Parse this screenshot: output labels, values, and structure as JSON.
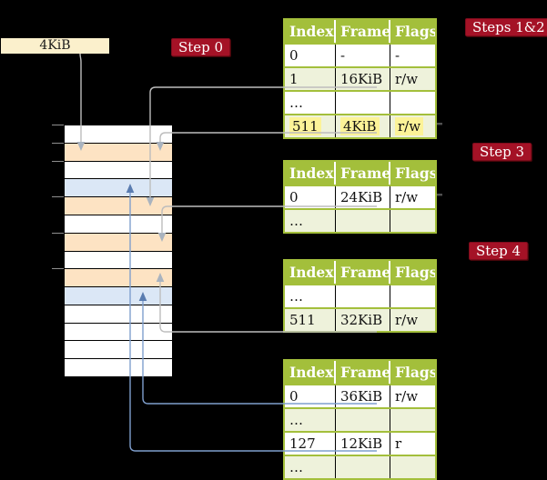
{
  "palette": {
    "background": "#000000",
    "table_header_green": "#a3bf3b",
    "table_shade_green": "#eef2db",
    "page_table_wheat": "#fde3c3",
    "data_page_blue": "#dbe7f6",
    "highlight_yellow": "#fcf398",
    "free_frame_beige": "#fbf0cc",
    "step_label_crimson": "#a41226",
    "gray_connector": "#bdbdbd",
    "blue_connector": "#7f9fce"
  },
  "free_frame_box": {
    "label": "4KiB"
  },
  "step_labels": {
    "step0": "Step 0",
    "steps12": "Steps 1&2",
    "step3": "Step 3",
    "step4": "Step 4"
  },
  "memory_column": {
    "rows": [
      "free",
      "pagetable",
      "free",
      "data",
      "pagetable",
      "free",
      "pagetable",
      "free",
      "pagetable",
      "data",
      "free",
      "free",
      "free",
      "free"
    ],
    "tick_boundaries": [
      0,
      1,
      2,
      4,
      6,
      8
    ]
  },
  "page_tables": [
    {
      "headers": [
        "Index",
        "Frame",
        "Flags"
      ],
      "rows": [
        {
          "cells": [
            "0",
            "-",
            "-"
          ],
          "highlight": false
        },
        {
          "cells": [
            "1",
            "16KiB",
            "r/w"
          ],
          "highlight": false
        },
        {
          "cells": [
            "…",
            "",
            ""
          ],
          "highlight": false
        },
        {
          "cells": [
            "511",
            "4KiB",
            "r/w"
          ],
          "highlight": true
        }
      ]
    },
    {
      "headers": [
        "Index",
        "Frame",
        "Flags"
      ],
      "rows": [
        {
          "cells": [
            "0",
            "24KiB",
            "r/w"
          ],
          "highlight": false
        },
        {
          "cells": [
            "…",
            "",
            ""
          ],
          "highlight": false
        }
      ]
    },
    {
      "headers": [
        "Index",
        "Frame",
        "Flags"
      ],
      "rows": [
        {
          "cells": [
            "…",
            "",
            ""
          ],
          "highlight": false
        },
        {
          "cells": [
            "511",
            "32KiB",
            "r/w"
          ],
          "highlight": false
        }
      ]
    },
    {
      "headers": [
        "Index",
        "Frame",
        "Flags"
      ],
      "rows": [
        {
          "cells": [
            "0",
            "36KiB",
            "r/w"
          ],
          "highlight": false
        },
        {
          "cells": [
            "…",
            "",
            ""
          ],
          "highlight": false
        },
        {
          "cells": [
            "127",
            "12KiB",
            "r"
          ],
          "highlight": false
        },
        {
          "cells": [
            "…",
            "",
            ""
          ],
          "highlight": false
        }
      ]
    }
  ]
}
